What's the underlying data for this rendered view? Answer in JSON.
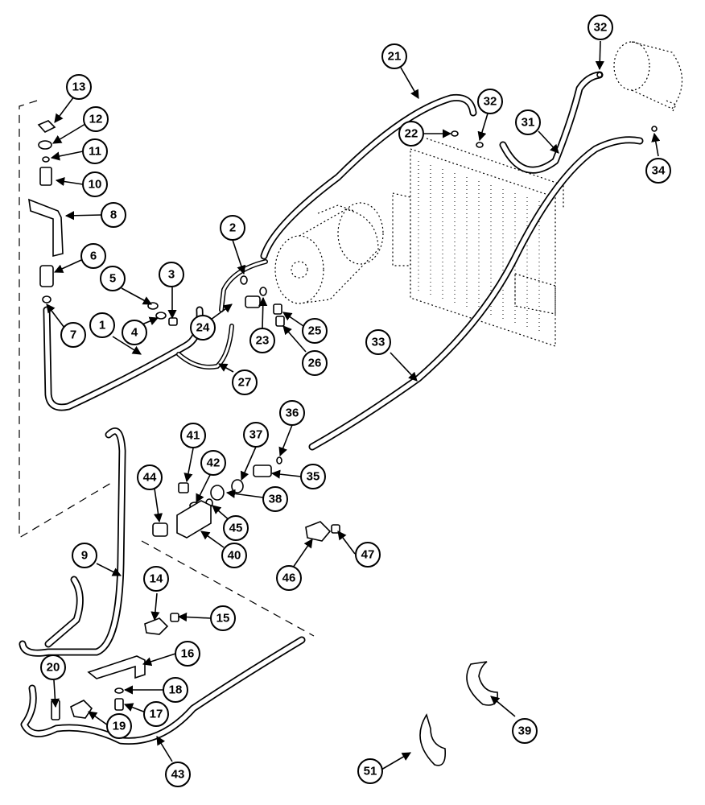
{
  "callouts": {
    "c1": "1",
    "c2": "2",
    "c3": "3",
    "c4": "4",
    "c5": "5",
    "c6": "6",
    "c7": "7",
    "c8": "8",
    "c9": "9",
    "c10": "10",
    "c11": "11",
    "c12": "12",
    "c13": "13",
    "c14": "14",
    "c15": "15",
    "c16": "16",
    "c17": "17",
    "c18": "18",
    "c19": "19",
    "c20": "20",
    "c21": "21",
    "c22": "22",
    "c23": "23",
    "c24": "24",
    "c25": "25",
    "c26": "26",
    "c27": "27",
    "c31": "31",
    "c32a": "32",
    "c32b": "32",
    "c33": "33",
    "c34": "34",
    "c35": "35",
    "c36": "36",
    "c37": "37",
    "c38": "38",
    "c39": "39",
    "c40": "40",
    "c41": "41",
    "c42": "42",
    "c43": "43",
    "c44": "44",
    "c45": "45",
    "c46": "46",
    "c47": "47",
    "c51": "51"
  }
}
